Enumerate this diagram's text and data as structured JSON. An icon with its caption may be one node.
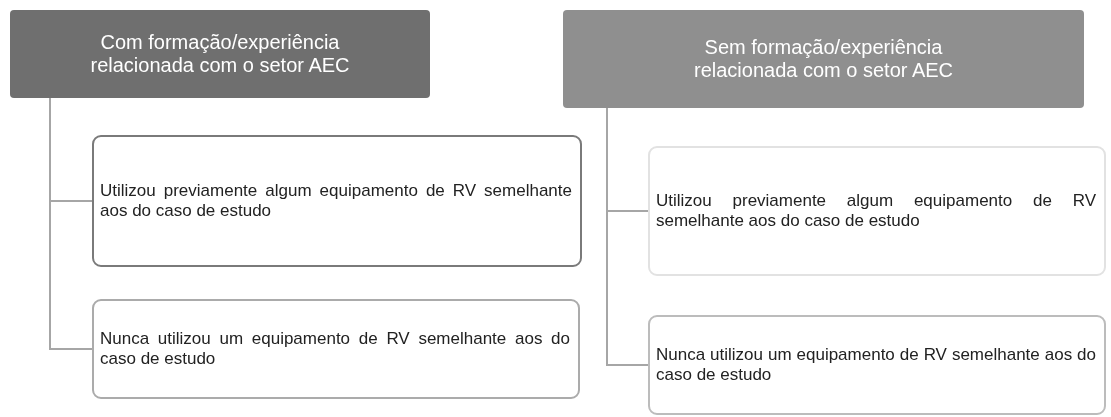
{
  "diagram": {
    "nodes": [
      {
        "text": [
          "Com formação/experiência relacionada com o setor AEC"
        ]
      },
      {
        "text": [
          "Utilizou previamente algum equipamento de RV semelhante aos do caso de estudo"
        ]
      },
      {
        "text": [
          "Nunca utilizou um equipamento de RV semelhante aos do caso de estudo"
        ]
      },
      {
        "text": [
          "Sem formação/experiência relacionada com o setor AEC"
        ]
      },
      {
        "text": [
          "Utilizou previamente algum equipamento de RV semelhante aos do caso de estudo"
        ]
      },
      {
        "text": [
          "Nunca utilizou um equipamento de RV semelhante aos do caso de estudo"
        ]
      }
    ],
    "edges": [
      {
        "from": 0,
        "to": 1,
        "arrow": "none"
      },
      {
        "from": 0,
        "to": 2,
        "arrow": "none"
      },
      {
        "from": 3,
        "to": 4,
        "arrow": "none"
      },
      {
        "from": 3,
        "to": 5,
        "arrow": "none"
      }
    ]
  }
}
